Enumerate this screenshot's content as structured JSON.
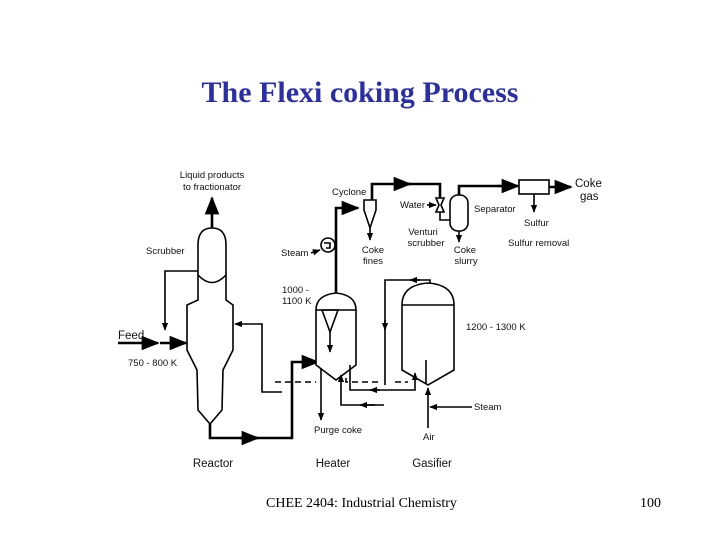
{
  "slide": {
    "title": "The Flexi coking Process",
    "footer_course": "CHEE 2404: Industrial Chemistry",
    "page_number": "100"
  },
  "diagram": {
    "units": {
      "reactor": "Reactor",
      "heater": "Heater",
      "gasifier": "Gasifier",
      "scrubber": "Scrubber",
      "cyclone": "Cyclone",
      "venturi_scrubber_line1": "Venturi",
      "venturi_scrubber_line2": "scrubber",
      "separator": "Separator",
      "sulfur_removal": "Sulfur removal"
    },
    "streams": {
      "liquid_products_line1": "Liquid products",
      "liquid_products_line2": "to fractionator",
      "feed": "Feed",
      "steam_heater": "Steam",
      "water": "Water",
      "coke_fines_line1": "Coke",
      "coke_fines_line2": "fines",
      "coke_slurry_line1": "Coke",
      "coke_slurry_line2": "slurry",
      "coke_gas_line1": "Coke",
      "coke_gas_line2": "gas",
      "sulfur": "Sulfur",
      "purge_coke": "Purge coke",
      "steam_gasifier": "Steam",
      "air": "Air"
    },
    "temperatures": {
      "reactor": "750 - 800 K",
      "heater_line1": "1000 -",
      "heater_line2": "1100 K",
      "gasifier": "1200 - 1300 K"
    }
  }
}
